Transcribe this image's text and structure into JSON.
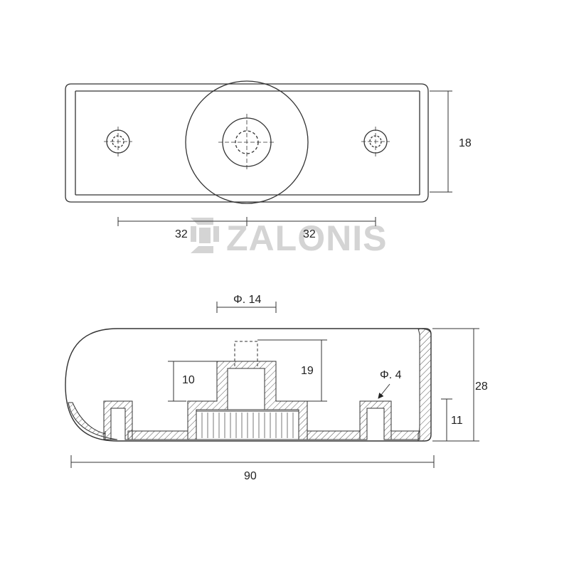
{
  "watermark": {
    "brand": "ZALONIS"
  },
  "top_view": {
    "dim_height": "18",
    "dim_left_spacing": "32",
    "dim_right_spacing": "32"
  },
  "section_view": {
    "dim_boss_diameter": "Φ. 14",
    "dim_hole_depth": "10",
    "dim_total_bore": "19",
    "dim_side_hole": "Φ. 4",
    "dim_height_total": "28",
    "dim_height_base": "11",
    "dim_length": "90"
  },
  "colors": {
    "line": "#333333",
    "hatch": "#555555",
    "watermark": "#d4d4d4"
  }
}
